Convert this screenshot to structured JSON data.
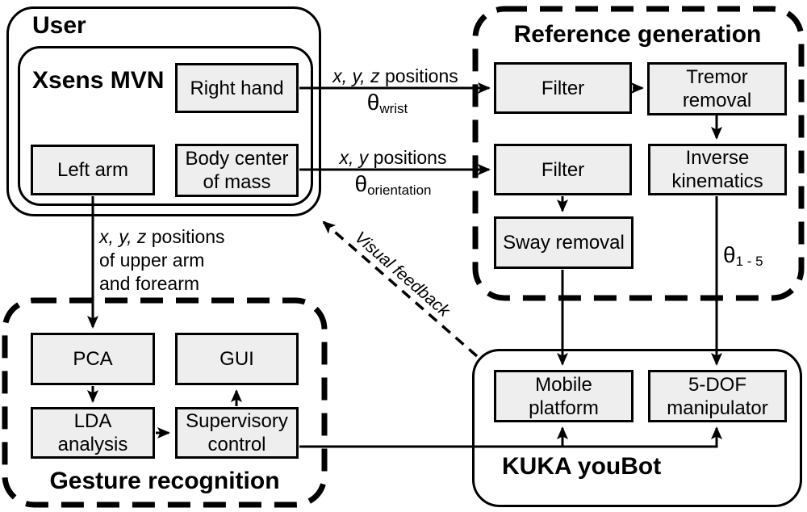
{
  "titles": {
    "user": "User",
    "xsens": "Xsens MVN",
    "reference_generation": "Reference generation",
    "gesture_recognition": "Gesture recognition",
    "kuka": "KUKA youBot"
  },
  "boxes": {
    "right_hand": {
      "label": "Right hand"
    },
    "left_arm": {
      "label": "Left arm"
    },
    "body_center": {
      "line1": "Body center",
      "line2": "of mass"
    },
    "filter_hand": {
      "label": "Filter"
    },
    "tremor_removal": {
      "line1": "Tremor",
      "line2": "removal"
    },
    "filter_body": {
      "label": "Filter"
    },
    "inverse_kinematics": {
      "line1": "Inverse",
      "line2": "kinematics"
    },
    "sway_removal": {
      "label": "Sway removal"
    },
    "pca": {
      "label": "PCA"
    },
    "gui": {
      "label": "GUI"
    },
    "lda": {
      "line1": "LDA",
      "line2": "analysis"
    },
    "supervisory": {
      "line1": "Supervisory",
      "line2": "control"
    },
    "mobile_platform": {
      "line1": "Mobile",
      "line2": "platform"
    },
    "manipulator": {
      "line1": "5-DOF",
      "line2": "manipulator"
    }
  },
  "labels": {
    "hand_positions": {
      "vars": "x, y, z",
      "rest": " positions"
    },
    "hand_theta": {
      "theta": "θ",
      "sub": "wrist"
    },
    "body_positions": {
      "vars": "x, y",
      "rest": " positions"
    },
    "body_theta": {
      "theta": "θ",
      "sub": "orientation"
    },
    "arm_line1": {
      "vars": "x, y, z",
      "rest": " positions"
    },
    "arm_line2": "of upper arm",
    "arm_line3": "and forearm",
    "joint_theta": {
      "theta": "θ",
      "sub": "1 - 5"
    },
    "visual_feedback": "Visual feedback"
  },
  "colors": {
    "box_fill": "#eeeeee",
    "stroke": "#000000",
    "background": "#ffffff"
  }
}
